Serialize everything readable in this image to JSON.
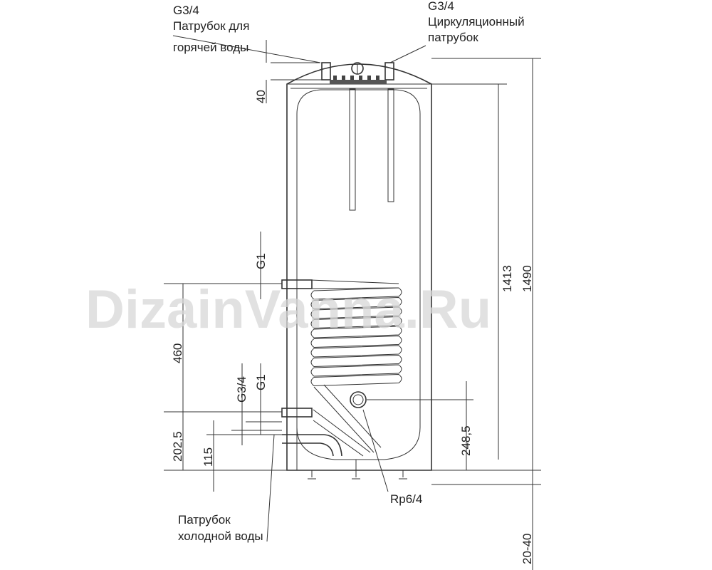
{
  "labels": {
    "hot_thread": "G3/4",
    "hot_line1": "Патрубок для",
    "hot_line2": "горячей воды",
    "circ_thread": "G3/4",
    "circ_line1": "Циркуляционный",
    "circ_line2": "патрубок",
    "cold_line1": "Патрубок",
    "cold_line2": "холодной воды",
    "flange": "Rp6/4",
    "coil_top_thread": "G1",
    "coil_bottom_thread": "G1",
    "cold_thread": "G3/4"
  },
  "dimensions": {
    "top_offset": "40",
    "tank_height": "1413",
    "total_height": "1490",
    "coil_height": "460",
    "coil_bottom": "202,5",
    "cold_inlet": "115",
    "flange_height": "248,5",
    "feet": "20-40"
  },
  "watermark": "DizainVanna.Ru"
}
